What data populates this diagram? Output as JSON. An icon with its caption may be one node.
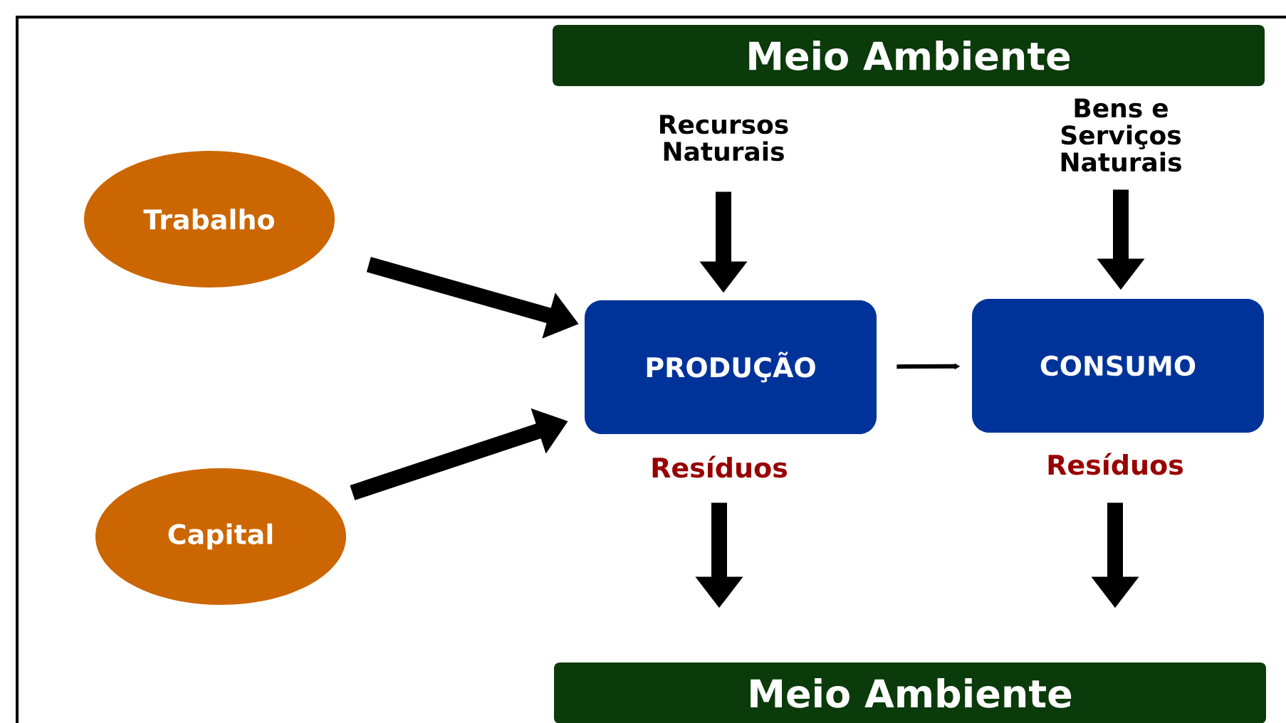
{
  "diagram": {
    "nodes": [
      {
        "text": [
          "Meio Ambiente"
        ]
      },
      {
        "text": [
          "Recursos Naturais"
        ]
      },
      {
        "text": [
          "Bens e Serviços Naturais"
        ]
      },
      {
        "text": [
          "Trabalho"
        ]
      },
      {
        "text": [
          "PRODUÇÃO"
        ]
      },
      {
        "text": [
          "CONSUMO"
        ]
      },
      {
        "text": [
          "Capital"
        ]
      },
      {
        "text": [
          "Resíduos"
        ]
      },
      {
        "text": [
          "Resíduos"
        ]
      },
      {
        "text": [
          "Meio Ambiente"
        ]
      }
    ],
    "edges": [
      {
        "from": 1,
        "to": 4,
        "arrow": "to"
      },
      {
        "from": 2,
        "to": 5,
        "arrow": "to"
      },
      {
        "from": 3,
        "to": 4,
        "arrow": "to"
      },
      {
        "from": 6,
        "to": 4,
        "arrow": "to"
      },
      {
        "from": 4,
        "to": 5,
        "arrow": "to"
      },
      {
        "from": 7,
        "to": 9,
        "arrow": "to"
      },
      {
        "from": 8,
        "to": 9,
        "arrow": "to"
      }
    ]
  }
}
